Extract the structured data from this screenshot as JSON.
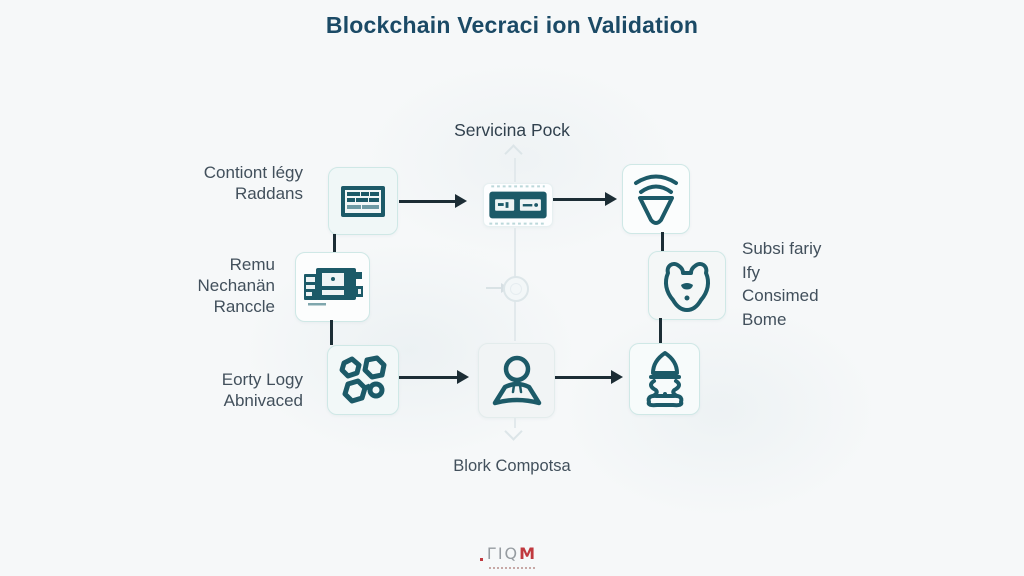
{
  "title": "Blockchain Vecraci ion Validation",
  "diagram": {
    "top_label": "Servicina Pock",
    "bottom_label": "Blork Compotsa",
    "left_labels": {
      "top": [
        "Contiont légy",
        "Raddans"
      ],
      "middle": [
        "Remu",
        "Nechanän",
        "Ranccle"
      ],
      "bottom": [
        "Eorty Logy",
        "Abnivaced"
      ]
    },
    "right_label": [
      "Subsi fariy",
      "Ify",
      "Consimed",
      "Bome"
    ],
    "icons": {
      "node_top_left": "certificate-card-icon",
      "node_top_center": "server-card-icon",
      "node_top_right": "shield-signal-icon",
      "node_mid_left": "circuit-board-icon",
      "node_mid_right": "animal-head-icon",
      "node_bottom_left": "gears-icon",
      "node_bottom_center": "person-icon",
      "node_bottom_right": "pawn-icon"
    }
  },
  "logo": {
    "gray_text": "ΓIQ",
    "red_text": "M"
  },
  "colors": {
    "background": "#f6f8f9",
    "title": "#1b4a66",
    "label": "#42505c",
    "icon_accent": "#1c5a68",
    "box_border": "#cfe8e6",
    "arrow": "#1c2d35",
    "faint_line": "#e2e9ec",
    "logo_red": "#c0393f",
    "logo_gray": "#969ca1"
  }
}
